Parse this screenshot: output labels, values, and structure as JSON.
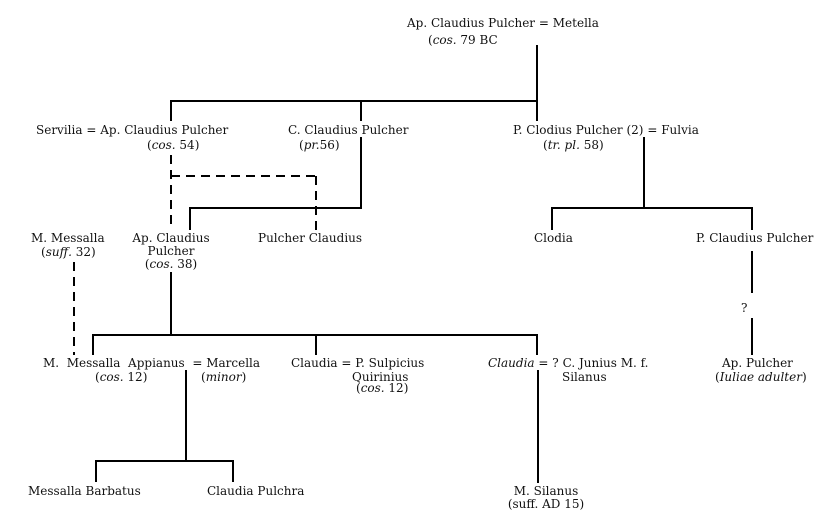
{
  "persons": {
    "ap_pulcher_79": {
      "name": "Ap. Claudius Pulcher",
      "office": "cos.",
      "office_rest": " 79 BC"
    },
    "metella": {
      "name": "Metella"
    },
    "servilia": {
      "name": "Servilia"
    },
    "ap_pulcher_54": {
      "name": "Ap. Claudius Pulcher",
      "office": "cos.",
      "office_rest": " 54)"
    },
    "c_claudius": {
      "name": "C. Claudius Pulcher",
      "office": "pr.",
      "office_rest": "56)"
    },
    "p_clodius": {
      "name": "P. Clodius Pulcher (2)",
      "office": "tr. pl.",
      "office_rest": " 58)"
    },
    "fulvia": {
      "name": "Fulvia"
    },
    "m_messalla_32": {
      "name": "M. Messalla",
      "office": "suff.",
      "office_rest": " 32)"
    },
    "ap_pulcher_38": {
      "name1": "Ap. Claudius",
      "name2": "Pulcher",
      "office": "cos.",
      "office_rest": " 38)"
    },
    "pulcher_claudius": {
      "name": "Pulcher Claudius"
    },
    "clodia": {
      "name": "Clodia"
    },
    "p_claudius": {
      "name": "P. Claudius Pulcher"
    },
    "messalla_appianus": {
      "name": "M.  Messalla  Appianus",
      "office": "cos.",
      "office_rest": " 12)"
    },
    "marcella": {
      "name": "Marcella",
      "epithet": "minor"
    },
    "claudia_1": {
      "name": "Claudia"
    },
    "sulpicius": {
      "name1": "P. Sulpicius",
      "name2": "Quirinius",
      "office": "cos.",
      "office_rest": " 12)"
    },
    "claudia_2": {
      "name": "Claudia"
    },
    "silanus": {
      "name1": "C. Junius M. f.",
      "name2": "Silanus"
    },
    "ap_pulcher_iul": {
      "name": "Ap. Pulcher",
      "note": "Iuliae adulter"
    },
    "messalla_barbatus": {
      "name": "Messalla Barbatus"
    },
    "claudia_pulchra": {
      "name": "Claudia Pulchra"
    },
    "m_silanus": {
      "name": "M. Silanus",
      "office": "(suff. AD 15)"
    }
  },
  "symbols": {
    "marriage": "=",
    "uncertain": "?",
    "open_paren": "("
  }
}
